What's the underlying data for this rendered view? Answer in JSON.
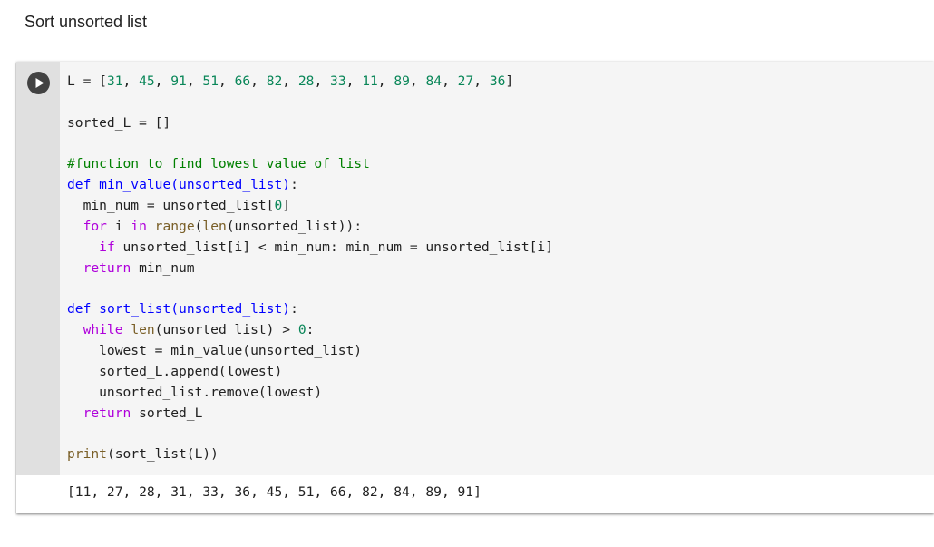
{
  "text_cell": {
    "title": "Sort unsorted list"
  },
  "code_cell": {
    "run_button_icon": "play-icon",
    "lines": [
      "L = [31, 45, 91, 51, 66, 82, 28, 33, 11, 89, 84, 27, 36]",
      "",
      "sorted_L = []",
      "",
      "#function to find lowest value of list",
      "def min_value(unsorted_list):",
      "  min_num = unsorted_list[0]",
      "  for i in range(len(unsorted_list)):",
      "    if unsorted_list[i] < min_num: min_num = unsorted_list[i]",
      "  return min_num",
      "",
      "def sort_list(unsorted_list):",
      "  while len(unsorted_list) > 0:",
      "    lowest = min_value(unsorted_list)",
      "    sorted_L.append(lowest)",
      "    unsorted_list.remove(lowest)",
      "  return sorted_L",
      "",
      "print(sort_list(L))"
    ]
  },
  "output": {
    "text": "[11, 27, 28, 31, 33, 36, 45, 51, 66, 82, 84, 89, 91]"
  },
  "colors": {
    "keyword": "#af00db",
    "def": "#0000ff",
    "function": "#795e26",
    "number": "#098658",
    "comment": "#008000",
    "gutter": "#e0e0e0",
    "editor_bg": "#f5f5f5"
  }
}
